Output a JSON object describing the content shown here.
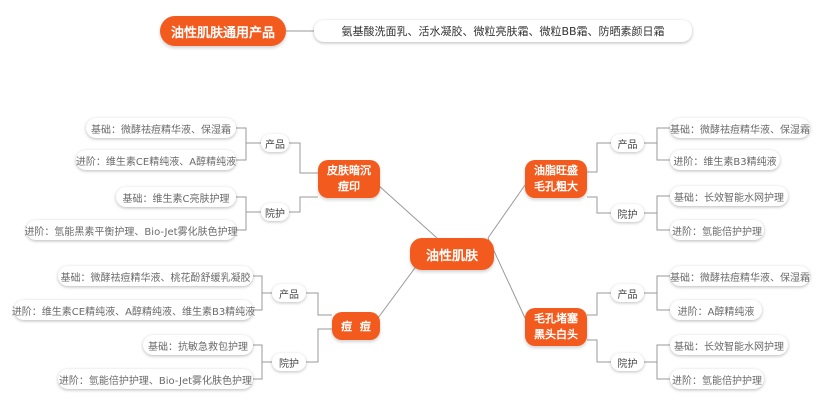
{
  "header": {
    "title": "油性肌肤通用产品",
    "products": "氨基酸洗面乳、活水凝胶、微粒亮肤霜、微粒BB霜、防晒素颜日霜"
  },
  "center": {
    "label": "油性肌肤"
  },
  "branches": {
    "dull": {
      "line1": "皮肤暗沉",
      "line2": "痘印",
      "product_label": "产品",
      "care_label": "院护",
      "product_basic": "基础：微酵祛痘精华液、保湿霜",
      "product_advanced": "进阶：维生素CE精纯液、A醇精纯液",
      "care_basic": "基础：维生素C亮肤护理",
      "care_advanced": "进阶：氫能黑素平衡护理、Bio-Jet雾化肤色护理"
    },
    "acne": {
      "line1": "痘  痘",
      "product_label": "产品",
      "care_label": "院护",
      "product_basic": "基础：微酵祛痘精华液、桃花酚舒缓乳凝胶",
      "product_advanced": "进阶：维生素CE精纯液、A醇精纯液、维生素B3精纯液",
      "care_basic": "基础：抗敏急救包护理",
      "care_advanced": "进阶：氫能倍护护理、Bio-Jet雾化肤色护理"
    },
    "oily": {
      "line1": "油脂旺盛",
      "line2": "毛孔粗大",
      "product_label": "产品",
      "care_label": "院护",
      "product_basic": "基础：微酵祛痘精华液、保湿霜",
      "product_advanced": "进阶：维生素B3精纯液",
      "care_basic": "基础：长效智能水网护理",
      "care_advanced": "进阶：氫能倍护护理"
    },
    "pores": {
      "line1": "毛孔堵塞",
      "line2": "黑头白头",
      "product_label": "产品",
      "care_label": "院护",
      "product_basic": "基础：微酵祛痘精华液、保湿霜",
      "product_advanced": "进阶：A醇精纯液",
      "care_basic": "基础：长效智能水网护理",
      "care_advanced": "进阶：氫能倍护护理"
    }
  },
  "colors": {
    "accent": "#f25a1e",
    "line": "#9a9a9a"
  }
}
